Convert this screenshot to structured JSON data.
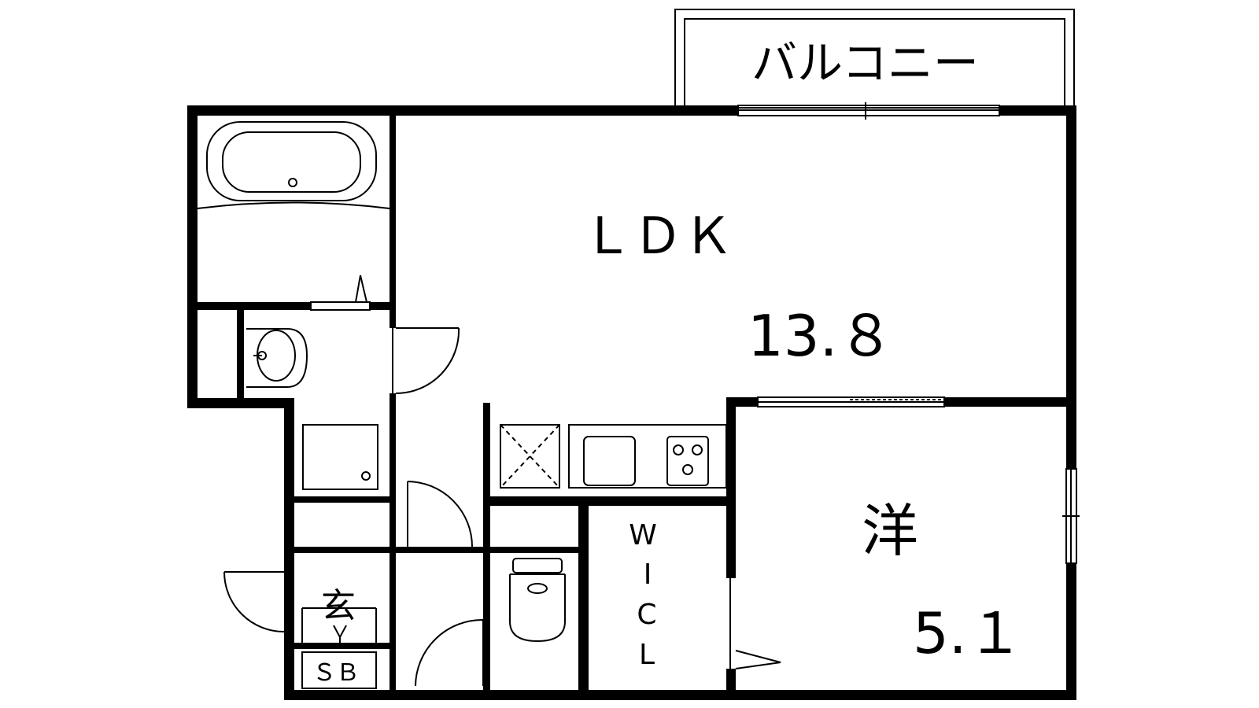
{
  "rooms": {
    "balcony": "バルコニー",
    "ldk_name": "ＬＤＫ",
    "ldk_size": "13.８",
    "western_name": "洋",
    "western_size": "5.１",
    "entrance": "玄",
    "shoe_box": "ＳＢ",
    "walk_in_closet": [
      "W",
      "I",
      "C",
      "L"
    ]
  }
}
